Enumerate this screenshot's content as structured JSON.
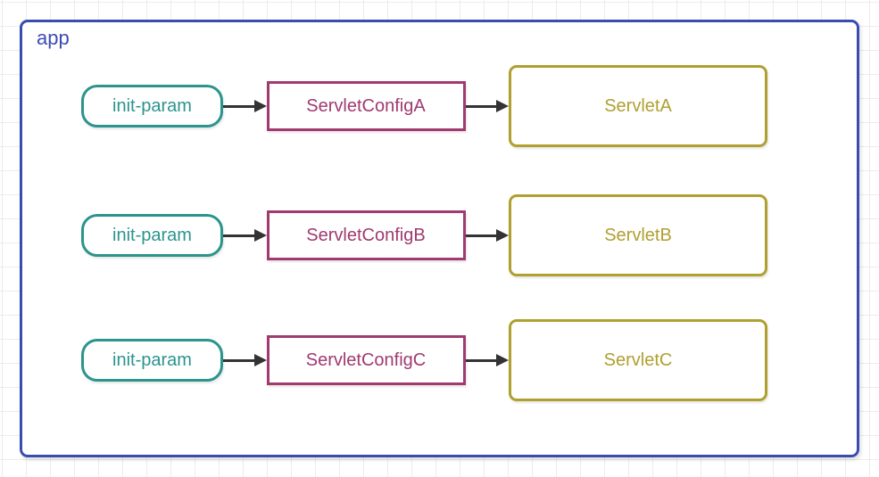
{
  "app_label": "app",
  "colors": {
    "container": "#3b4cb1",
    "param": "#2b948d",
    "config": "#a03a70",
    "servlet": "#b0a030",
    "arrow": "#333333",
    "grid": "#ececec"
  },
  "rows": [
    {
      "param": "init-param",
      "config": "ServletConfigA",
      "servlet": "ServletA"
    },
    {
      "param": "init-param",
      "config": "ServletConfigB",
      "servlet": "ServletB"
    },
    {
      "param": "init-param",
      "config": "ServletConfigC",
      "servlet": "ServletC"
    }
  ]
}
